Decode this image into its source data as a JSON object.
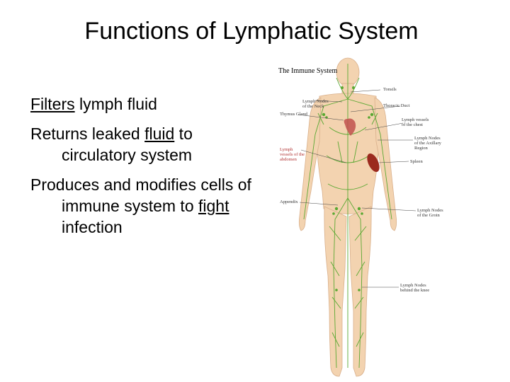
{
  "slide": {
    "title": "Functions of Lymphatic System"
  },
  "bullets": [
    {
      "parts": [
        {
          "text": "Filters",
          "underline": true
        },
        {
          "text": " lymph fluid",
          "underline": false
        }
      ]
    },
    {
      "parts": [
        {
          "text": "Returns leaked ",
          "underline": false
        },
        {
          "text": "fluid",
          "underline": true
        },
        {
          "text": " to circulatory system",
          "underline": false
        }
      ]
    },
    {
      "parts": [
        {
          "text": "Produces and modifies cells of immune system to ",
          "underline": false
        },
        {
          "text": "fight",
          "underline": true
        },
        {
          "text": " infection",
          "underline": false
        }
      ]
    }
  ],
  "figure": {
    "title": "The Immune System",
    "labels": {
      "tonsils": "Tonsils",
      "neck_nodes_1": "Lymph Nodes",
      "neck_nodes_2": "of the Neck",
      "thoracic_duct": "Thoracic Duct",
      "thymus": "Thymus Gland",
      "chest_vessels_1": "Lymph vessels",
      "chest_vessels_2": "of the chest",
      "axillary_1": "Lymph Nodes",
      "axillary_2": "of the Axillary",
      "axillary_3": "Region",
      "abdomen_vessels_1": "Lymph",
      "abdomen_vessels_2": "vessels of the",
      "abdomen_vessels_3": "abdomen",
      "spleen": "Spleen",
      "appendix": "Appendix",
      "groin_1": "Lymph Nodes",
      "groin_2": "of the Groin",
      "knee_1": "Lymph Nodes",
      "knee_2": "behind the knee"
    },
    "colors": {
      "vessels": "#5aa832",
      "skin": "#f3d3b0",
      "spleen": "#9b2a1e",
      "heart": "#c0504d"
    }
  }
}
